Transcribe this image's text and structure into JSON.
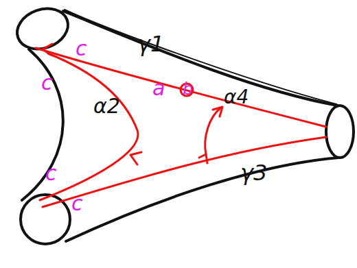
{
  "diagram": {
    "labels": [
      "γ1",
      "γ3",
      "α2",
      "α4",
      "a",
      "b",
      "c",
      "c",
      "c",
      "c"
    ]
  }
}
